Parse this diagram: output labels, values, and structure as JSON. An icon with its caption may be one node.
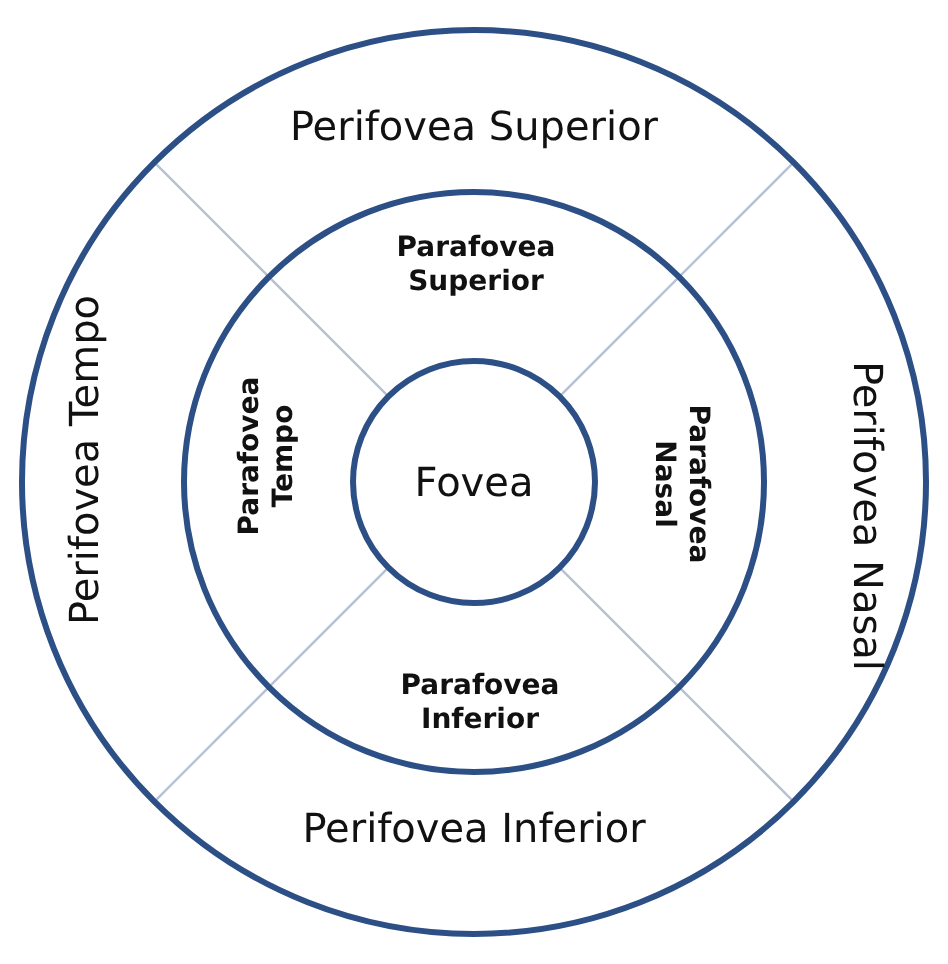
{
  "diagram": {
    "nodes": [
      {
        "text": [
          "Perifovea Superior"
        ]
      },
      {
        "text": [
          "Perifovea Tempo"
        ]
      },
      {
        "text": [
          "Perifovea Nasal"
        ]
      },
      {
        "text": [
          "Perifovea Inferior"
        ]
      },
      {
        "text": [
          "Parafovea Superior"
        ]
      },
      {
        "text": [
          "Parafovea Tempo"
        ]
      },
      {
        "text": [
          "Parafovea Nasal"
        ]
      },
      {
        "text": [
          "Parafovea Inferior"
        ]
      },
      {
        "text": [
          "Fovea"
        ]
      }
    ]
  }
}
